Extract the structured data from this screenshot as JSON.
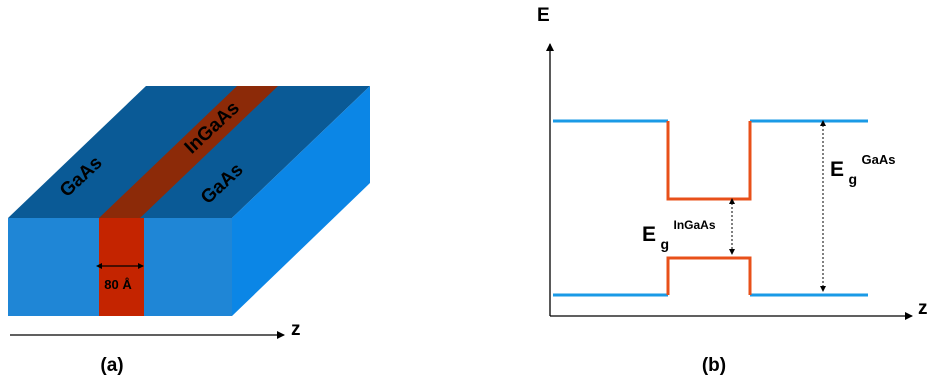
{
  "panel_a": {
    "caption": "(a)",
    "layers": [
      {
        "label": "GaAs",
        "color": "#0a5a96"
      },
      {
        "label": "InGaAs",
        "color": "#8c2a08"
      },
      {
        "label": "GaAs",
        "color": "#0a5a96"
      }
    ],
    "thickness_label": "80 Å",
    "axis_label": "z",
    "colors": {
      "gaas_top": "#0a5a96",
      "gaas_front": "#1f86d6",
      "gaas_side": "#0b86e6",
      "ingaas_top": "#8c2a08",
      "ingaas_front": "#c42400"
    }
  },
  "panel_b": {
    "caption": "(b)",
    "y_axis_label": "E",
    "x_axis_label": "z",
    "band_gap_gaas": {
      "base": "E",
      "sub": "g",
      "sup": "GaAs"
    },
    "band_gap_ingaas": {
      "base": "E",
      "sub": "g",
      "sup": "InGaAs"
    },
    "colors": {
      "gaas_band": "#1a9ae6",
      "ingaas_band": "#e8501a"
    }
  }
}
